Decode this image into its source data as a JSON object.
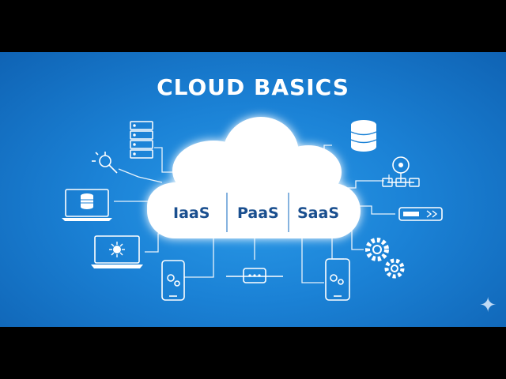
{
  "title": "CLOUD BASICS",
  "services": [
    {
      "label": "IaaS"
    },
    {
      "label": "PaaS"
    },
    {
      "label": "SaaS"
    }
  ],
  "icons": {
    "left": [
      "server-rack-icon",
      "search-key-icon",
      "laptop-database-icon",
      "laptop-network-icon",
      "tablet-settings-icon"
    ],
    "right": [
      "database-icon",
      "network-hub-icon",
      "storage-drive-icon",
      "gears-icon",
      "phone-settings-icon"
    ],
    "bottom": [
      "network-switch-icon"
    ],
    "corner": "sparkle-icon"
  },
  "colors": {
    "background": "#1b82d6",
    "cloud": "#ffffff",
    "service_text": "#1a4f8f",
    "lines": "#ffffff"
  }
}
